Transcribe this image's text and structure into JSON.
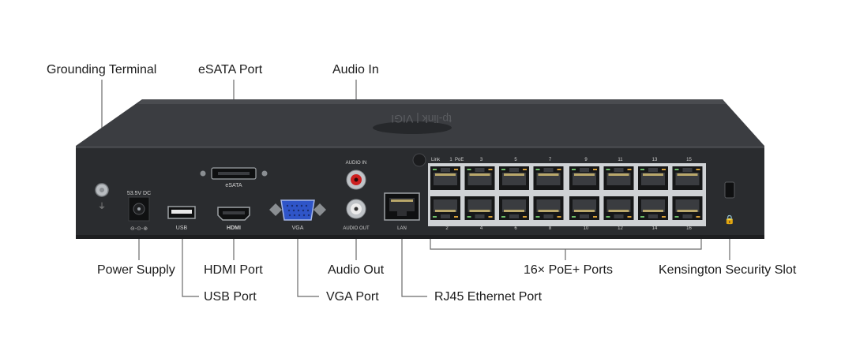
{
  "callouts": {
    "grounding_terminal": "Grounding Terminal",
    "esata_port": "eSATA Port",
    "audio_in": "Audio In",
    "power_supply": "Power Supply",
    "hdmi_port": "HDMI Port",
    "usb_port": "USB Port",
    "vga_port": "VGA Port",
    "audio_out": "Audio Out",
    "rj45_ethernet_port": "RJ45 Ethernet Port",
    "poe_ports": "16× PoE+ Ports",
    "kensington_slot": "Kensington Security Slot"
  },
  "panel_labels": {
    "dc_rating": "53.5V DC",
    "polarity": "⊖-⊙-⊕",
    "usb": "USB",
    "hdmi": "HDMI",
    "vga": "VGA",
    "esata": "eSATA",
    "audio_in": "AUDIO IN",
    "audio_out": "AUDIO OUT",
    "lan": "LAN",
    "link": "Link",
    "poe": "PoE",
    "top_port_numbers": [
      "1",
      "3",
      "5",
      "7",
      "9",
      "11",
      "13",
      "15"
    ],
    "bottom_port_numbers": [
      "2",
      "4",
      "6",
      "8",
      "10",
      "12",
      "14",
      "16"
    ]
  },
  "branding": {
    "logo_text": "tp-link | VIGI"
  },
  "colors": {
    "chassis": "#2a2c2f",
    "chassis_top": "#3a3c40",
    "port_dark": "#161718",
    "vga_blue": "#2f55c8",
    "audio_in_red": "#cc1f1f",
    "callout_line": "#6b6b6b",
    "text": "#1c1c1c"
  }
}
